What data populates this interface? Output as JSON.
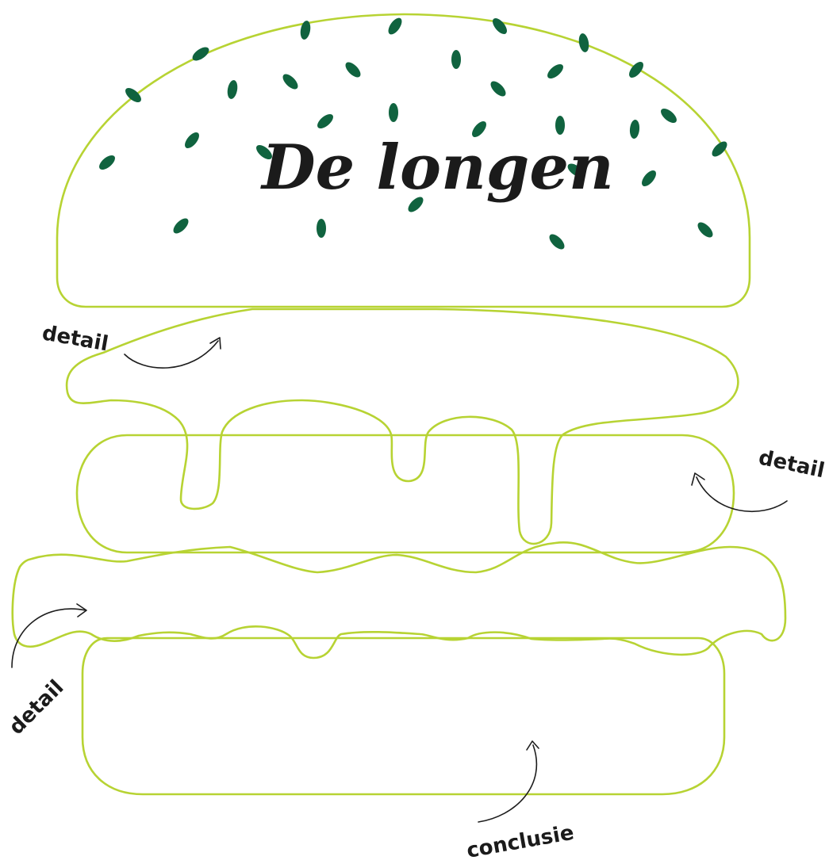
{
  "title": "De longen",
  "labels": {
    "detail_top": "detail",
    "detail_right": "detail",
    "detail_left": "detail",
    "conclusion": "conclusie"
  },
  "colors": {
    "outline": "#b7d333",
    "seed": "#10633f",
    "text": "#1b1b1b"
  },
  "layers": [
    "top-bun",
    "cheese",
    "patty",
    "lettuce",
    "bottom-bun"
  ]
}
